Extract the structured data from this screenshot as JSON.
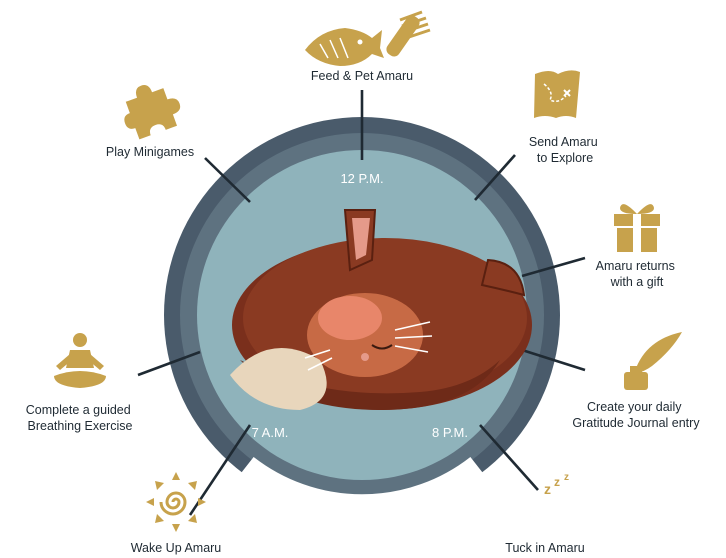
{
  "times": {
    "noon": "12 P.M.",
    "morning": "7 A.M.",
    "evening": "8 P.M."
  },
  "activities": [
    {
      "label_lines": [
        "Feed & Pet Amaru"
      ],
      "icon": "fish-and-comb-icon"
    },
    {
      "label_lines": [
        "Send Amaru",
        "to Explore"
      ],
      "icon": "treasure-map-icon"
    },
    {
      "label_lines": [
        "Amaru returns",
        "with a gift"
      ],
      "icon": "gift-box-icon"
    },
    {
      "label_lines": [
        "Create your daily",
        "Gratitude Journal entry"
      ],
      "icon": "quill-and-inkwell-icon"
    },
    {
      "label_lines": [
        "Tuck in Amaru"
      ],
      "icon": "moon-and-zzz-icon"
    },
    {
      "label_lines": [
        "Wake Up Amaru"
      ],
      "icon": "sun-spiral-icon"
    },
    {
      "label_lines": [
        "Complete a guided",
        "Breathing Exercise"
      ],
      "icon": "meditating-person-icon"
    },
    {
      "label_lines": [
        "Play Minigames"
      ],
      "icon": "puzzle-piece-icon"
    }
  ],
  "colors": {
    "icon_gold": "#c7a24c",
    "ring_dark": "#4a5b6b",
    "ring_inner": "#5e7280",
    "face": "#8fb3bb",
    "text_dark": "#1f2a33",
    "cat_fur": "#8a3a22",
    "cat_light": "#e8d6bc"
  }
}
